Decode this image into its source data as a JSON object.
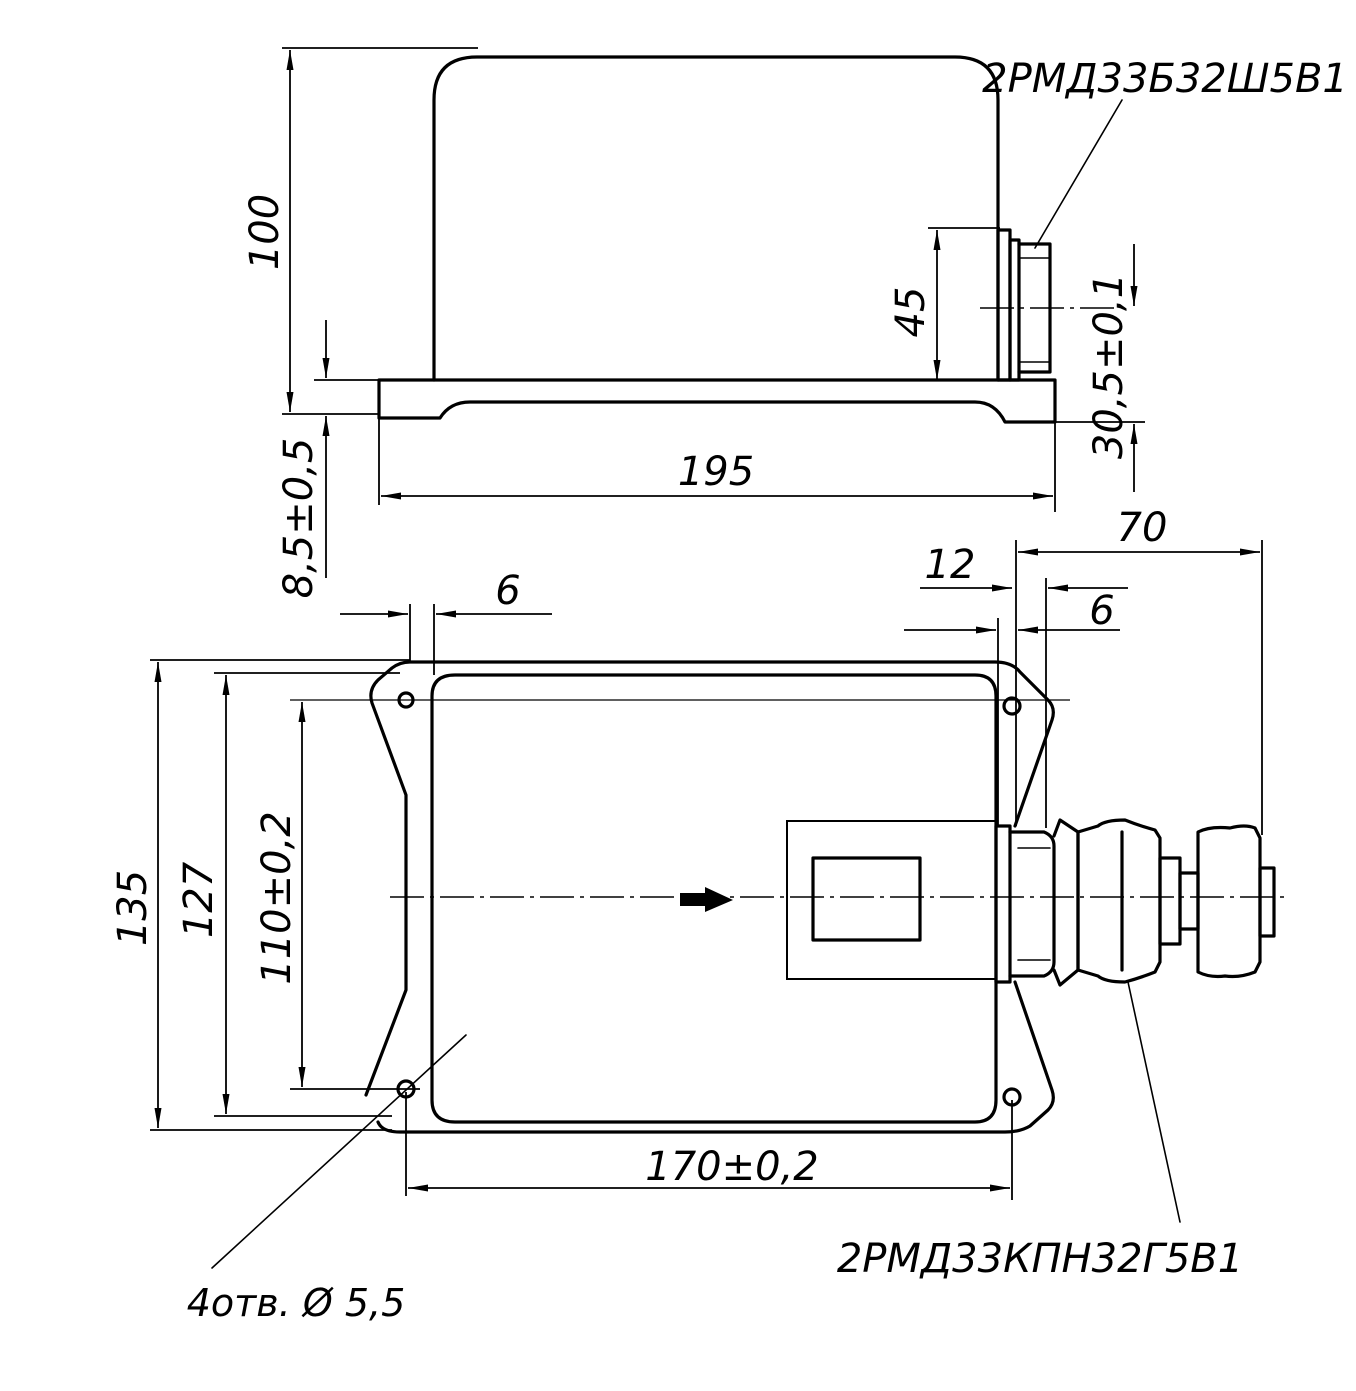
{
  "top_view": {
    "connector_label": "2РМД33Б32Ш5В1",
    "dim_height": "100",
    "dim_connector_height": "45",
    "dim_connector_axis": "30,5±0,1",
    "dim_base": "8,5±0,5",
    "dim_length": "195"
  },
  "plan_view": {
    "dim_connector_reach": "70",
    "dim_flange": "12",
    "dim_connector_offset": "6",
    "dim_hole_offset": "6",
    "dim_width": "135",
    "dim_inner_width": "127",
    "dim_hole_spacing_y": "110±0,2",
    "dim_hole_spacing_x": "170±0,2",
    "holes_label": "4отв. Ø 5,5",
    "plug_label": "2РМД33КПН32Г5В1"
  }
}
